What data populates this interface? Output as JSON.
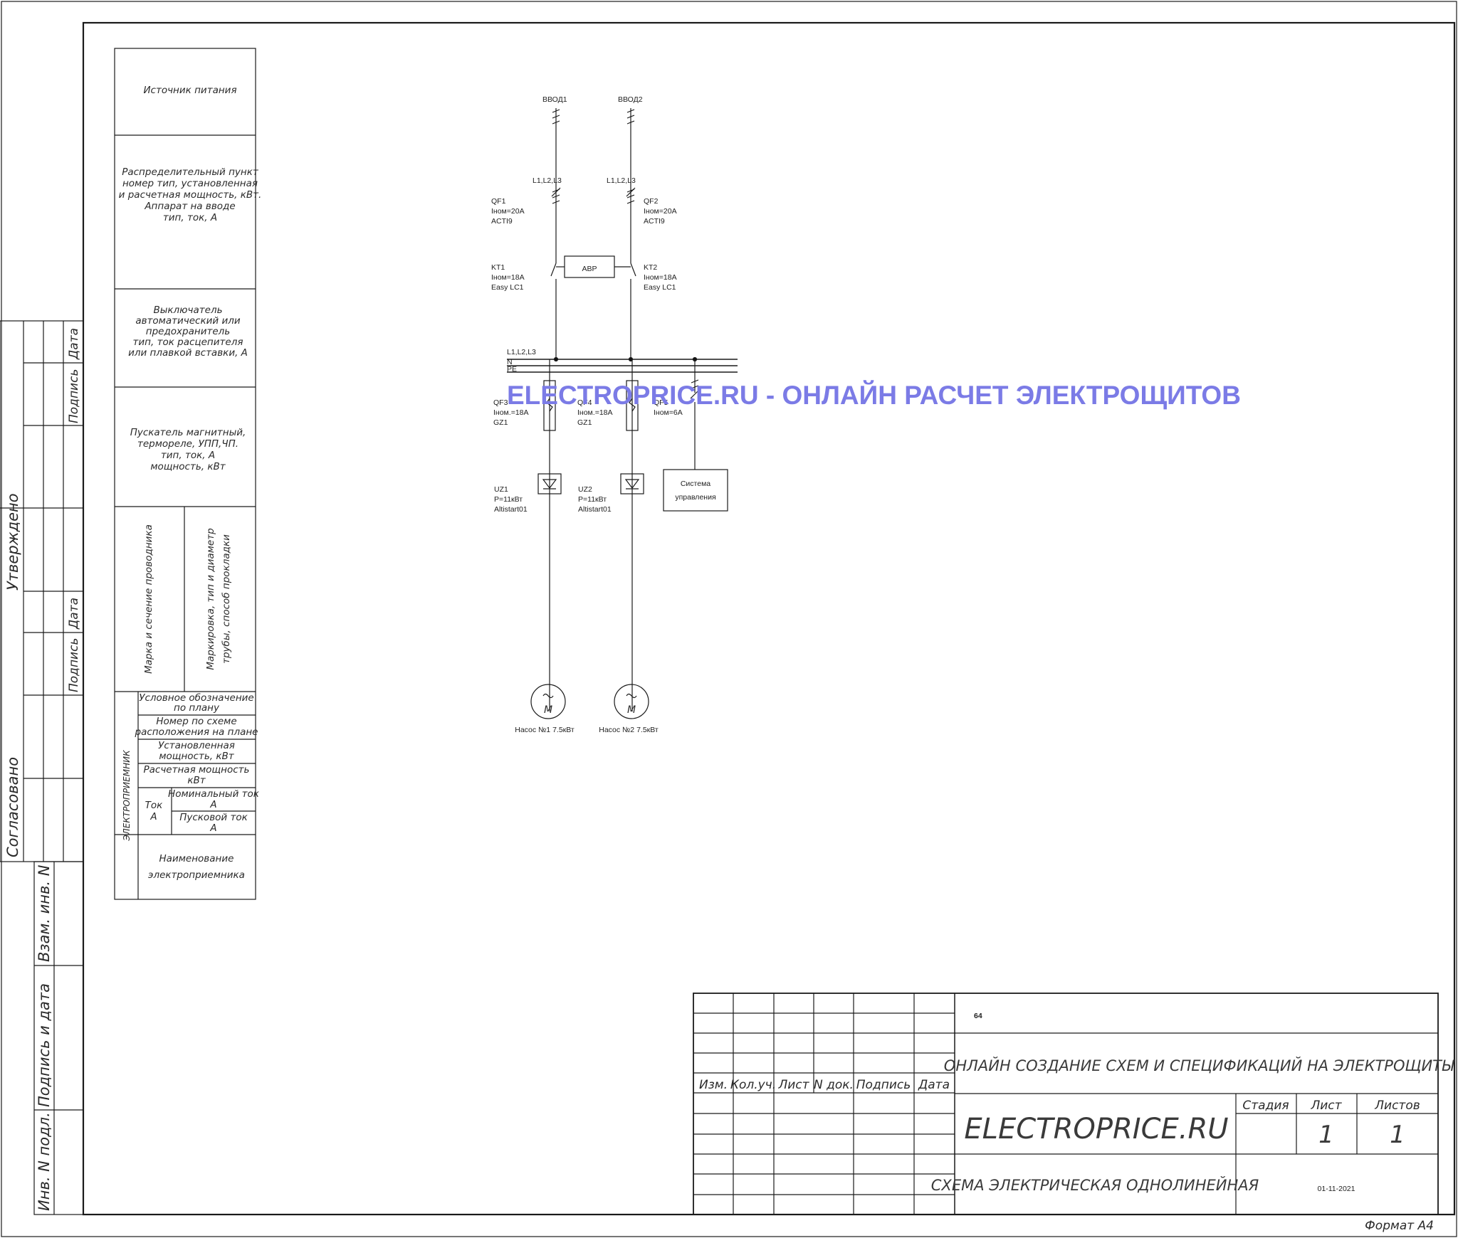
{
  "drawing": {
    "watermark": "ELECTROPRICE.RU - ОНЛАЙН РАСЧЕТ ЭЛЕКТРОЩИТОВ",
    "format": "Формат А4",
    "legend": {
      "source": "Источник питания",
      "dist_point": [
        "Распределительный пункт",
        "номер тип, установленная",
        "и расчетная мощность, кВт.",
        "Аппарат на вводе",
        "тип, ток, А"
      ],
      "breaker": [
        "Выключатель",
        "автоматический или",
        "предохранитель",
        "тип, ток расцепителя",
        "или плавкой вставки, А"
      ],
      "starter": [
        "Пускатель магнитный,",
        "термореле, УПП,ЧП.",
        "тип, ток, А",
        "мощность, кВт"
      ],
      "wire": "Марка и сечение проводника",
      "pipe": [
        "Маркировка, тип и диаметр",
        "трубы, способ прокладки"
      ],
      "receiver_group": "ЭЛЕКТРОПРИЕМНИК",
      "symbol": [
        "Условное обозначение",
        "по плану"
      ],
      "scheme_no": [
        "Номер по схеме",
        "расположения на плане"
      ],
      "installed": [
        "Установленная",
        "мощность, кВт"
      ],
      "calc": [
        "Расчетная мощность",
        "кВт"
      ],
      "current_group": [
        "Ток",
        "А"
      ],
      "nominal": [
        "Номинальный ток",
        "А"
      ],
      "start": [
        "Пусковой ток",
        "А"
      ],
      "name": [
        "Наименование",
        "электроприемника"
      ]
    },
    "side_stamp": {
      "approved": "Утверждено",
      "agreed": "Согласовано",
      "date": "Дата",
      "sign": "Подпись",
      "inv_n": "Инв. N подл.",
      "sign_date": "Подпись и дата",
      "vzam": "Взам. инв. N"
    },
    "schematic": {
      "inputs": [
        "ВВОД1",
        "ВВОД2"
      ],
      "phase_label": "L1,L2,L3",
      "qf1": [
        "QF1",
        "Iном=20A",
        "ACTI9"
      ],
      "qf2": [
        "QF2",
        "Iном=20A",
        "ACTI9"
      ],
      "kt1": [
        "KT1",
        "Iном=18A",
        "Easy LC1"
      ],
      "kt2": [
        "KT2",
        "Iном=18A",
        "Easy LC1"
      ],
      "avr": "АВР",
      "bus": [
        "L1,L2,L3",
        "N",
        "PE"
      ],
      "qf3": [
        "QF3",
        "Iном.=18A",
        "GZ1"
      ],
      "qf4": [
        "QF4",
        "Iном.=18A",
        "GZ1"
      ],
      "qf5": [
        "QF5",
        "Iном=6A"
      ],
      "uz1": [
        "UZ1",
        "P=11кВт",
        "Altistart01"
      ],
      "uz2": [
        "UZ2",
        "P=11кВт",
        "Altistart01"
      ],
      "control": [
        "Система",
        "управления"
      ],
      "motor_letter": "M",
      "motor1": "Насос №1 7.5кВт",
      "motor2": "Насос №2 7.5кВт"
    },
    "title_block": {
      "number": "64",
      "headers": [
        "Изм.",
        "Кол.уч.",
        "Лист",
        "N док.",
        "Подпись",
        "Дата"
      ],
      "project": "ОНЛАЙН СОЗДАНИЕ СХЕМ И СПЕЦИФИКАЦИЙ НА ЭЛЕКТРОЩИТЫ",
      "company": "ELECTROPRICE.RU",
      "stage_label": "Стадия",
      "sheet_label": "Лист",
      "sheets_label": "Листов",
      "sheet": "1",
      "sheets": "1",
      "title": "СХЕМА ЭЛЕКТРИЧЕСКАЯ ОДНОЛИНЕЙНАЯ",
      "date": "01-11-2021"
    }
  }
}
